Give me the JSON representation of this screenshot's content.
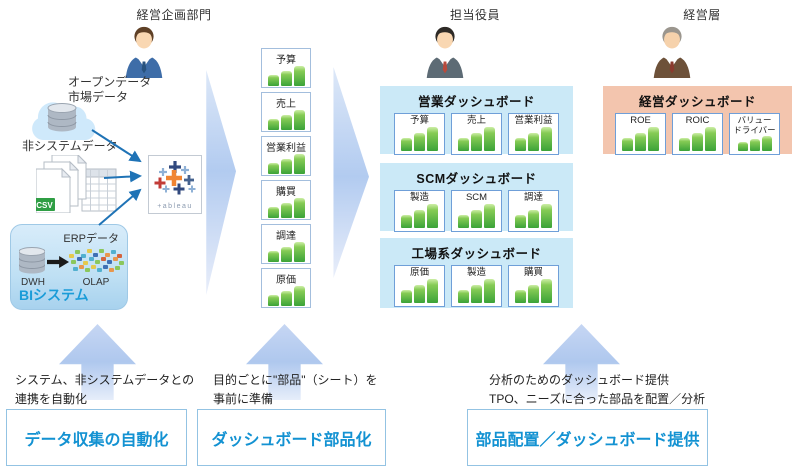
{
  "actors": {
    "planning": "経営企画部門",
    "executive": "担当役員",
    "management": "経営層"
  },
  "sources": {
    "open_data": "オープンデータ\n市場データ",
    "non_system": "非システムデータ",
    "csv_badge": "CSV",
    "erp": "ERPデータ",
    "dwh": "DWH",
    "olap": "OLAP",
    "bi_system": "BIシステム"
  },
  "tableau": {
    "wordmark": "+ableau"
  },
  "parts": [
    {
      "label": "予算",
      "icon": "bar-chart-icon"
    },
    {
      "label": "売上",
      "icon": "bar-chart-icon"
    },
    {
      "label": "営業利益",
      "icon": "bar-chart-icon"
    },
    {
      "label": "購買",
      "icon": "bar-chart-icon"
    },
    {
      "label": "調達",
      "icon": "bar-chart-icon"
    },
    {
      "label": "原価",
      "icon": "bar-chart-icon"
    }
  ],
  "dashboards": [
    {
      "title": "営業ダッシュボード",
      "theme": "blue",
      "cards": [
        {
          "label": "予算"
        },
        {
          "label": "売上"
        },
        {
          "label": "営業利益"
        }
      ]
    },
    {
      "title": "SCMダッシュボード",
      "theme": "blue",
      "cards": [
        {
          "label": "製造"
        },
        {
          "label": "SCM"
        },
        {
          "label": "調達"
        }
      ]
    },
    {
      "title": "工場系ダッシュボード",
      "theme": "blue",
      "cards": [
        {
          "label": "原価"
        },
        {
          "label": "製造"
        },
        {
          "label": "購買"
        }
      ]
    },
    {
      "title": "経営ダッシュボード",
      "theme": "salmon",
      "cards": [
        {
          "label": "ROE"
        },
        {
          "label": "ROIC"
        },
        {
          "label": "バリュー\nドライバー"
        }
      ]
    }
  ],
  "process": {
    "notes": [
      {
        "text": "システム、非システムデータとの\n連携を自動化"
      },
      {
        "text": "目的ごとに\"部品\"（シート）を\n事前に準備"
      },
      {
        "text": "分析のためのダッシュボード提供\nTPO、ニーズに合った部品を配置／分析"
      }
    ],
    "steps": [
      {
        "label": "データ収集の自動化"
      },
      {
        "label": "ダッシュボード部品化"
      },
      {
        "label": "部品配置／ダッシュボード提供"
      }
    ]
  },
  "colors": {
    "panel_blue": "#cbe9f7",
    "panel_salmon": "#f3c5ae",
    "card_border": "#6f9fd8",
    "bar_green": "#3ba338",
    "flow_arrow_blue": "#b2cbf0",
    "connector_blue": "#1f73b6",
    "step_text_blue": "#1392d2",
    "bi_label_blue": "#1a9cd8"
  }
}
